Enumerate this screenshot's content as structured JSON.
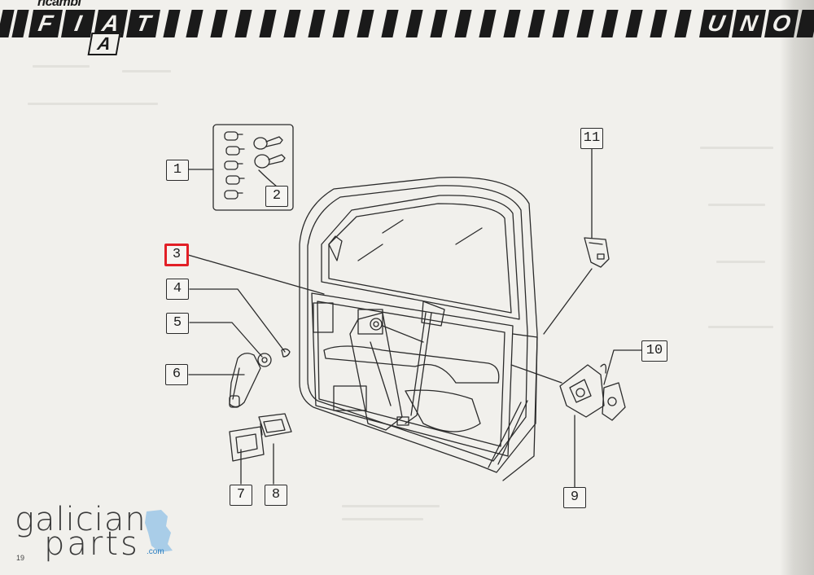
{
  "header": {
    "brand": "ricambi",
    "fiat_letters": [
      "F",
      "I",
      "A",
      "T"
    ],
    "fiat_sub_letter": "A",
    "model_letters": [
      "U",
      "N",
      "O"
    ]
  },
  "callouts": [
    "1",
    "2",
    "3",
    "4",
    "5",
    "6",
    "7",
    "8",
    "9",
    "10",
    "11"
  ],
  "highlighted_callout": "3",
  "colors": {
    "highlight": "#e21f26",
    "ink": "#1e1e1e",
    "paper": "#f1f0ec",
    "logo_accent": "#2a7ec0"
  },
  "logo": {
    "line1": "galician",
    "line2": "parts",
    "suffix": ".com"
  },
  "page_number": "19"
}
